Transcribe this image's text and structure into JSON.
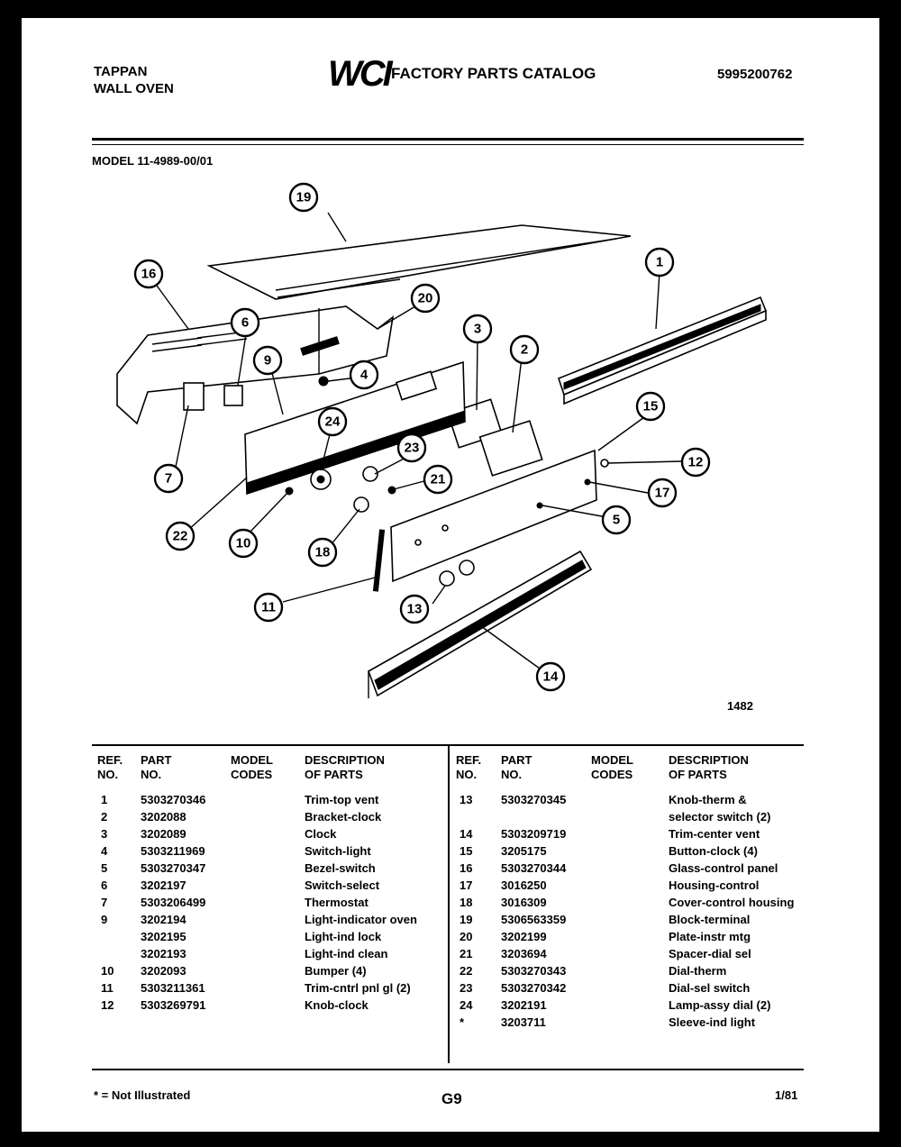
{
  "header": {
    "brand_line1": "TAPPAN",
    "brand_line2": "WALL OVEN",
    "logo": "WCI",
    "catalog_title": "FACTORY PARTS CATALOG",
    "catalog_number": "5995200762"
  },
  "model": "MODEL 11-4989-00/01",
  "figure_number": "1482",
  "callouts": [
    "1",
    "2",
    "3",
    "4",
    "5",
    "6",
    "7",
    "9",
    "10",
    "11",
    "12",
    "13",
    "14",
    "15",
    "16",
    "17",
    "18",
    "19",
    "20",
    "21",
    "22",
    "23",
    "24"
  ],
  "table": {
    "headers": {
      "ref_no": [
        "REF.",
        "NO."
      ],
      "part_no": [
        "PART",
        "NO."
      ],
      "model_codes": [
        "MODEL",
        "CODES"
      ],
      "description": [
        "DESCRIPTION",
        "OF PARTS"
      ]
    },
    "left_rows": [
      {
        "ref": "1",
        "part": "5303270346",
        "desc": "Trim-top vent"
      },
      {
        "ref": "2",
        "part": "3202088",
        "desc": "Bracket-clock"
      },
      {
        "ref": "3",
        "part": "3202089",
        "desc": "Clock"
      },
      {
        "ref": "4",
        "part": "5303211969",
        "desc": "Switch-light"
      },
      {
        "ref": "5",
        "part": "5303270347",
        "desc": "Bezel-switch"
      },
      {
        "ref": "6",
        "part": "3202197",
        "desc": "Switch-select"
      },
      {
        "ref": "7",
        "part": "5303206499",
        "desc": "Thermostat"
      },
      {
        "ref": "9",
        "part": "3202194",
        "desc": "Light-indicator oven"
      },
      {
        "ref": "",
        "part": "3202195",
        "desc": "Light-ind lock"
      },
      {
        "ref": "",
        "part": "3202193",
        "desc": "Light-ind clean"
      },
      {
        "ref": "10",
        "part": "3202093",
        "desc": "Bumper (4)"
      },
      {
        "ref": "11",
        "part": "5303211361",
        "desc": "Trim-cntrl pnl gl (2)"
      },
      {
        "ref": "12",
        "part": "5303269791",
        "desc": "Knob-clock"
      }
    ],
    "right_rows": [
      {
        "ref": "13",
        "part": "5303270345",
        "desc": "Knob-therm &"
      },
      {
        "ref": "",
        "part": "",
        "desc": "selector switch (2)"
      },
      {
        "ref": "14",
        "part": "5303209719",
        "desc": "Trim-center vent"
      },
      {
        "ref": "15",
        "part": "3205175",
        "desc": "Button-clock (4)"
      },
      {
        "ref": "16",
        "part": "5303270344",
        "desc": "Glass-control panel"
      },
      {
        "ref": "17",
        "part": "3016250",
        "desc": "Housing-control"
      },
      {
        "ref": "18",
        "part": "3016309",
        "desc": "Cover-control housing"
      },
      {
        "ref": "19",
        "part": "5306563359",
        "desc": "Block-terminal"
      },
      {
        "ref": "20",
        "part": "3202199",
        "desc": "Plate-instr mtg"
      },
      {
        "ref": "21",
        "part": "3203694",
        "desc": "Spacer-dial sel"
      },
      {
        "ref": "22",
        "part": "5303270343",
        "desc": "Dial-therm"
      },
      {
        "ref": "23",
        "part": "5303270342",
        "desc": "Dial-sel switch"
      },
      {
        "ref": "24",
        "part": "3202191",
        "desc": "Lamp-assy dial (2)"
      },
      {
        "ref": "",
        "part": "",
        "desc": ""
      },
      {
        "ref": "*",
        "part": "3203711",
        "desc": "Sleeve-ind light"
      }
    ]
  },
  "footer": {
    "note": "* = Not Illustrated",
    "page": "G9",
    "date": "1/81"
  }
}
